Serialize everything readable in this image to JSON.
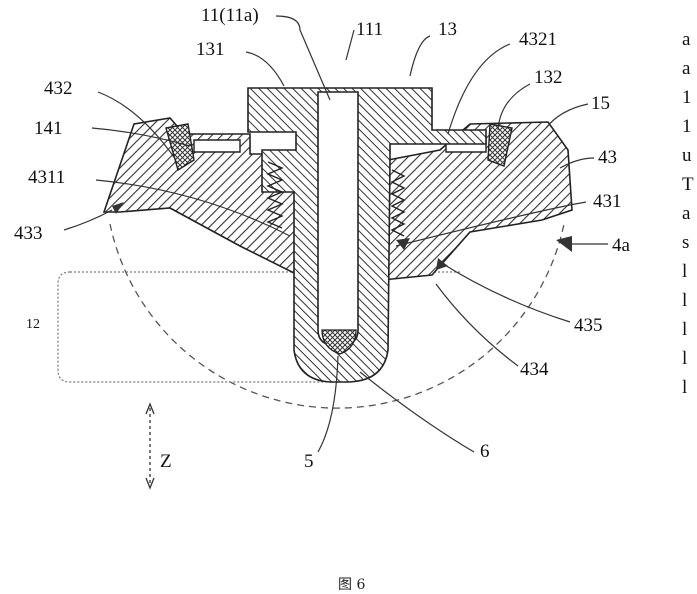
{
  "figure": {
    "caption": "图 6",
    "labels": {
      "l11": "11(11a)",
      "l111": "111",
      "l13": "13",
      "l4321": "4321",
      "l131": "131",
      "l432": "432",
      "l132": "132",
      "l15": "15",
      "l141": "141",
      "l43": "43",
      "l4311": "4311",
      "l431": "431",
      "l433": "433",
      "l4a": "4a",
      "l12": "12",
      "l435": "435",
      "l434": "434",
      "l5": "5",
      "l6": "6",
      "lz": "Z"
    },
    "side_text": [
      "a",
      "a",
      "1",
      "1",
      "u",
      "T",
      "a",
      "s",
      "l",
      "l",
      "l",
      "l",
      "l"
    ]
  }
}
